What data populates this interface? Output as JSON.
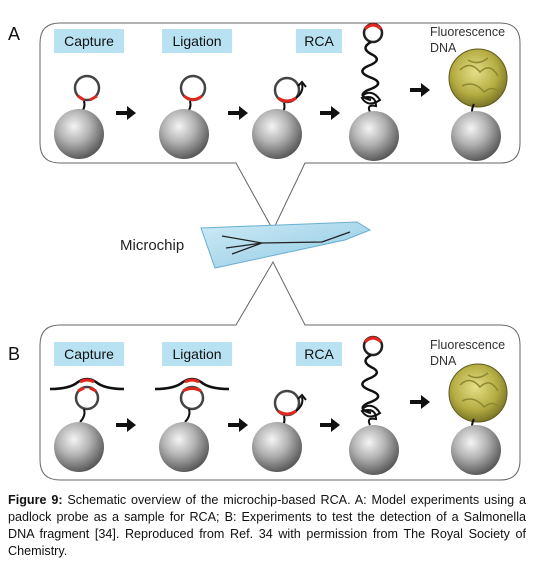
{
  "panels": [
    {
      "letter": "A",
      "steps": [
        "Capture",
        "Ligation",
        "RCA"
      ],
      "product_label": [
        "Fluorescence",
        "DNA"
      ]
    },
    {
      "letter": "B",
      "steps": [
        "Capture",
        "Ligation",
        "RCA"
      ],
      "product_label": [
        "Fluorescence",
        "DNA"
      ]
    }
  ],
  "microchip_label": "Microchip",
  "caption": {
    "figure_label": "Figure 9:",
    "text": " Schematic overview of the microchip-based RCA. A: Model experiments using a padlock probe as a sample for RCA; B: Experiments to test the detection of a Salmonella DNA fragment [34]. Reproduced from Ref. 34 with permission from The Royal Society of Chemistry."
  },
  "colors": {
    "label_box": "#b8e2f2",
    "probe_red": "#e0271f",
    "bead_gray": "#8a8a8a",
    "chip_blue": "#a9d7ea",
    "fluorescent_ball": "#b9b24a"
  }
}
